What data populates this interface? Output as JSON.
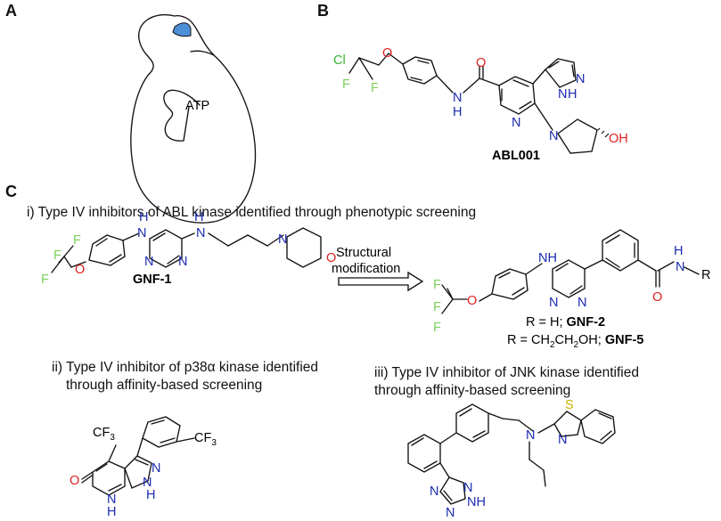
{
  "panels": {
    "a": "A",
    "b": "B",
    "c": "C"
  },
  "panel_a": {
    "pocket_label": "ATP"
  },
  "panel_b": {
    "compound": "ABL001",
    "atoms": {
      "cl": "Cl",
      "f1": "F",
      "f2": "F",
      "o_ether": "O",
      "o_carbonyl": "O",
      "nh": "N",
      "h": "H",
      "n_pyridine": "N",
      "n_pyrazole": "N",
      "nh_pyrazole": "N",
      "h_pyrazole": "H",
      "n_pyrrolidine": "N",
      "oh": "OH"
    }
  },
  "panel_c": {
    "section_i": "i)  Type IV inhibitors of ABL kinase identified through phenotypic screening",
    "section_ii_line1": "ii)  Type IV inhibitor of p38α kinase identified",
    "section_ii_line2": "through affinity-based screening",
    "section_iii_line1": "iii)  Type IV inhibitor of JNK kinase identified",
    "section_iii_line2": "through affinity-based screening",
    "arrow_label_line1": "Structural",
    "arrow_label_line2": "modification",
    "gnf1": "GNF-1",
    "gnf2_prefix": "R = H; ",
    "gnf2": "GNF-2",
    "gnf5_prefix": "R = CH",
    "gnf5_sub1": "2",
    "gnf5_mid": "CH",
    "gnf5_sub2": "2",
    "gnf5_suffix": "OH; ",
    "gnf5": "GNF-5",
    "r_group": "R",
    "atoms": {
      "f": "F",
      "o": "O",
      "n": "N",
      "h": "H",
      "nh": "NH",
      "cf3_main": "CF",
      "cf3_sub": "3"
    }
  },
  "colors": {
    "halogen": "#7ccf5a",
    "chlorine": "#35b531",
    "oxygen": "#e02020",
    "nitrogen": "#1a2ab0",
    "sulfur": "#c8b400",
    "pocket": "#4d8fd6"
  }
}
